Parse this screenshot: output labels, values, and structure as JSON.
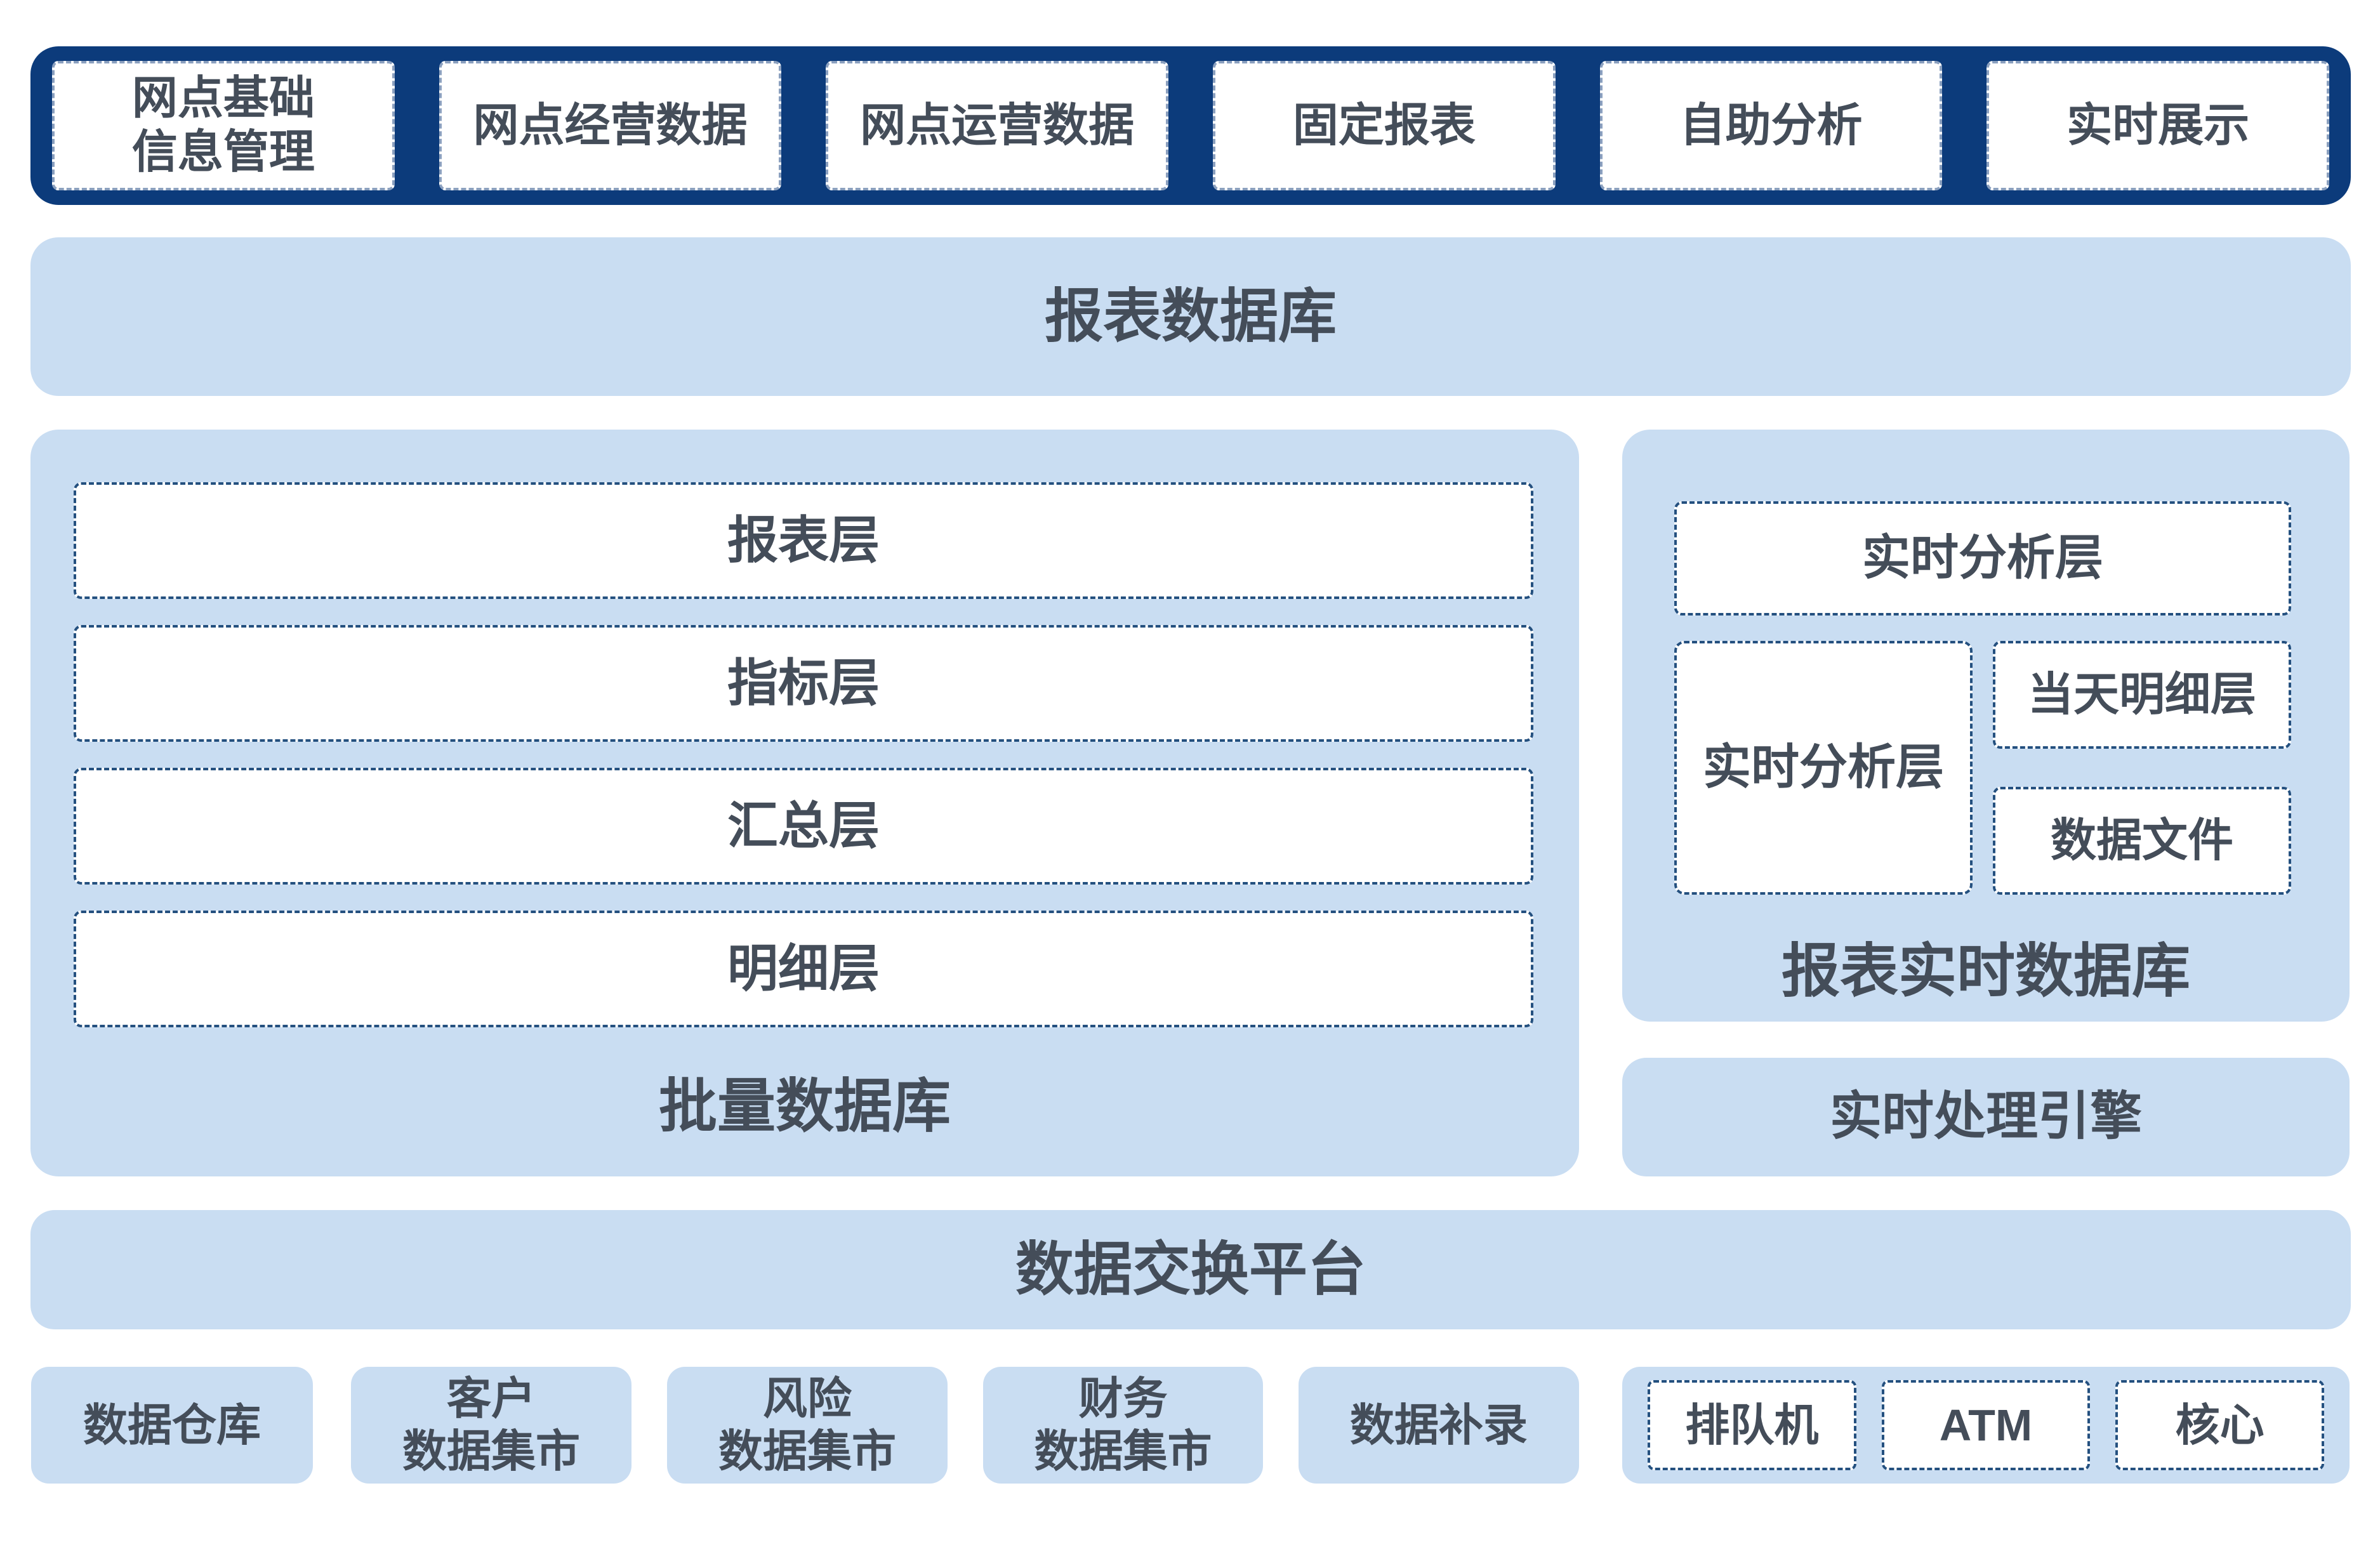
{
  "colors": {
    "navy_bar": "#0c3b7b",
    "panel_blue": "#c9ddf2",
    "text": "#444d59",
    "dashed_border": "#24507f"
  },
  "top_bar": {
    "items": [
      "网点基础\n信息管理",
      "网点经营数据",
      "网点运营数据",
      "固定报表",
      "自助分析",
      "实时展示"
    ]
  },
  "report_db_band": {
    "title": "报表数据库"
  },
  "batch_db_panel": {
    "layers": [
      "报表层",
      "指标层",
      "汇总层",
      "明细层"
    ],
    "title": "批量数据库"
  },
  "realtime_db_panel": {
    "top_layer": "实时分析层",
    "left_layer": "实时分析层",
    "right_layers": [
      "当天明细层",
      "数据文件"
    ],
    "title": "报表实时数据库"
  },
  "realtime_engine_band": {
    "title": "实时处理引擎"
  },
  "exchange_band": {
    "title": "数据交换平台"
  },
  "bottom_row": {
    "sources": [
      "数据仓库",
      "客户\n数据集市",
      "风险\n数据集市",
      "财务\n数据集市",
      "数据补录"
    ],
    "channels": [
      "排队机",
      "ATM",
      "核心"
    ]
  }
}
